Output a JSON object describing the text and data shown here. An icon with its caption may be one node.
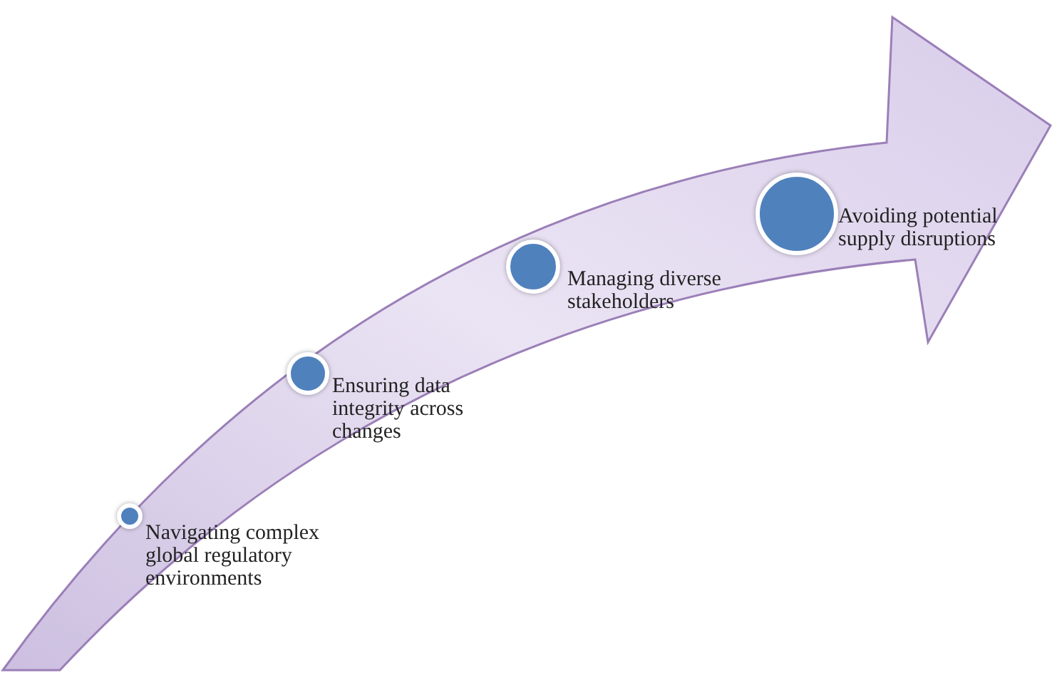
{
  "diagram": {
    "nodes": [
      {
        "text": [],
        "shape": "circle",
        "beside": [
          "Navigating complex global regulatory environments"
        ]
      },
      {
        "text": [],
        "shape": "circle",
        "beside": [
          "Ensuring data integrity across changes"
        ]
      },
      {
        "text": [],
        "shape": "circle",
        "beside": [
          "Managing diverse stakeholders"
        ]
      },
      {
        "text": [],
        "shape": "circle",
        "beside": [
          "Avoiding potential supply disruptions"
        ]
      }
    ]
  }
}
